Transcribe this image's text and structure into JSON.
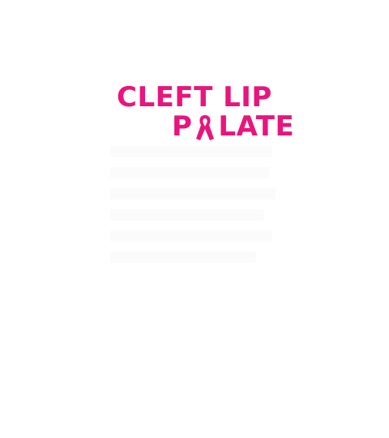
{
  "title_line_1": "CLEFT LIP",
  "title_line_2_prefix": "P",
  "title_line_2_suffix": "LATE",
  "ribbon_icon": "awareness-ribbon-icon",
  "colors": {
    "title": "#e8157c",
    "background": "#ffffff"
  }
}
